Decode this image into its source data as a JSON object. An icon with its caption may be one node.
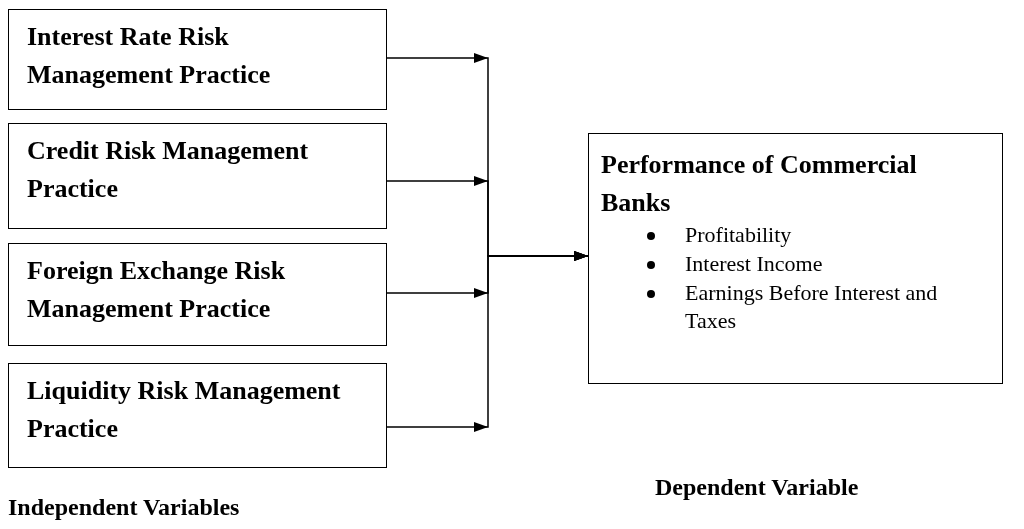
{
  "diagram": {
    "nodes": [
      {
        "text": [
          "Interest Rate Risk Management Practice"
        ]
      },
      {
        "text": [
          "Credit Risk Management Practice"
        ]
      },
      {
        "text": [
          "Foreign Exchange Risk Management Practice"
        ]
      },
      {
        "text": [
          "Liquidity Risk Management Practice"
        ]
      },
      {
        "text": [
          "Performance of Commercial Banks",
          "Profitability",
          "Interest Income",
          "Earnings Before Interest and Taxes"
        ]
      }
    ],
    "edges": [
      {
        "from": 0,
        "to": 4,
        "arrow": "to"
      },
      {
        "from": 1,
        "to": 4,
        "arrow": "to"
      },
      {
        "from": 2,
        "to": 4,
        "arrow": "to"
      },
      {
        "from": 3,
        "to": 4,
        "arrow": "to"
      }
    ],
    "labels": [
      "Independent Variables",
      "Dependent Variable"
    ]
  }
}
